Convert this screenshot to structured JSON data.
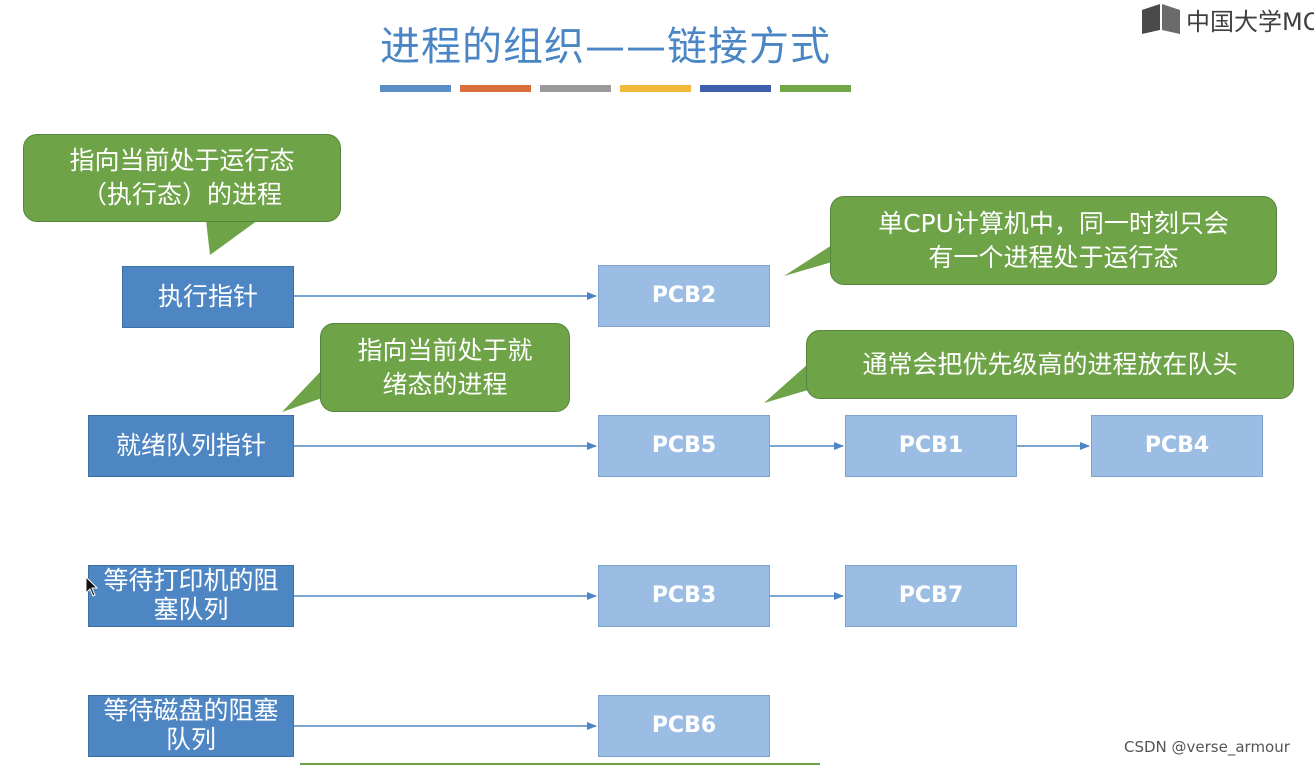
{
  "title": "进程的组织——链接方式",
  "logo": {
    "text": "中国大学MO",
    "icon": "mooc-book-icon"
  },
  "color_bars": [
    "#5b8ec4",
    "#d96f3a",
    "#9a9a9a",
    "#f0b93a",
    "#3d5fae",
    "#72a84a"
  ],
  "pointers": [
    {
      "label": "执行指针"
    },
    {
      "label": "就绪队列指针"
    },
    {
      "label": "等待打印机的阻塞队列"
    },
    {
      "label": "等待磁盘的阻塞队列"
    }
  ],
  "pcbs": {
    "pcb2": "PCB2",
    "pcb5": "PCB5",
    "pcb1": "PCB1",
    "pcb4": "PCB4",
    "pcb3": "PCB3",
    "pcb7": "PCB7",
    "pcb6": "PCB6"
  },
  "callouts": {
    "running": [
      "指向当前处于运行态",
      "（执行态）的进程"
    ],
    "single_cpu": [
      "单CPU计算机中，同一时刻只会",
      "有一个进程处于运行态"
    ],
    "ready": [
      "指向当前处于就",
      "绪态的进程"
    ],
    "priority": [
      "通常会把优先级高的进程放在队头"
    ]
  },
  "watermark": "CSDN @verse_armour"
}
